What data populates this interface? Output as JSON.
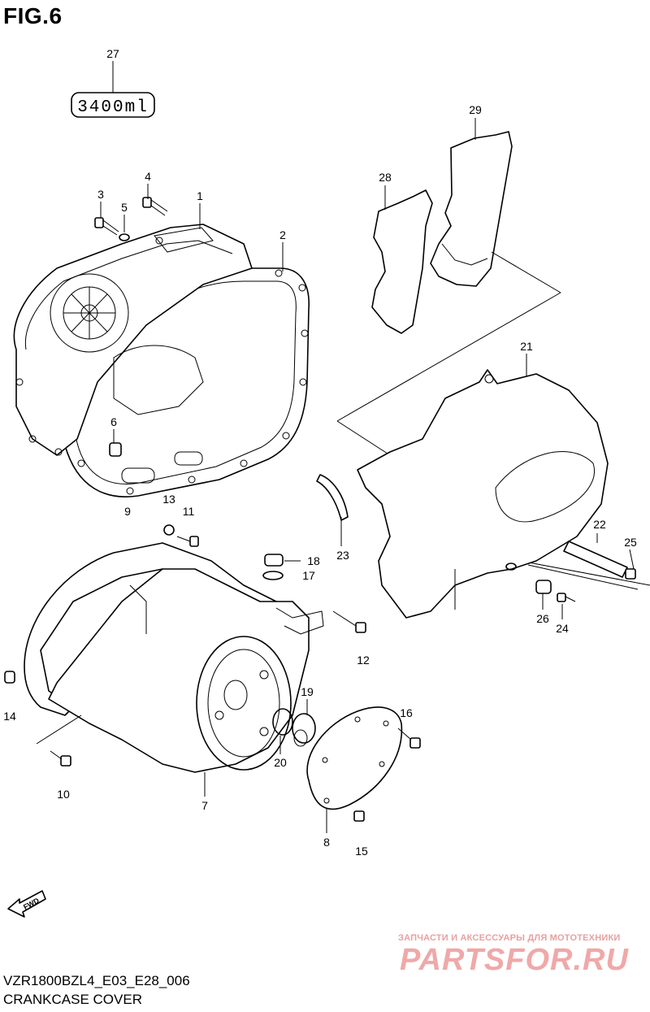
{
  "figure_title": "FIG.6",
  "model_code": "VZR1800BZL4_E03_E28_006",
  "section_name": "CRANKCASE COVER",
  "sealant_label": "3400ml",
  "fwd_label": "FWD",
  "watermark": {
    "tagline": "ЗАПЧАСТИ И АКСЕССУАРЫ ДЛЯ МОТОТЕХНИКИ",
    "logo": "PARTSFOR.RU",
    "color": "#f0a8a8"
  },
  "callouts": {
    "c1": "1",
    "c2": "2",
    "c3": "3",
    "c4": "4",
    "c5": "5",
    "c6": "6",
    "c7": "7",
    "c8": "8",
    "c9": "9",
    "c10": "10",
    "c11": "11",
    "c12": "12",
    "c13": "13",
    "c14": "14",
    "c15": "15",
    "c16": "16",
    "c17": "17",
    "c18": "18",
    "c19": "19",
    "c20": "20",
    "c21": "21",
    "c22": "22",
    "c23": "23",
    "c24": "24",
    "c25": "25",
    "c26": "26",
    "c27": "27",
    "c28": "28",
    "c29": "29"
  }
}
